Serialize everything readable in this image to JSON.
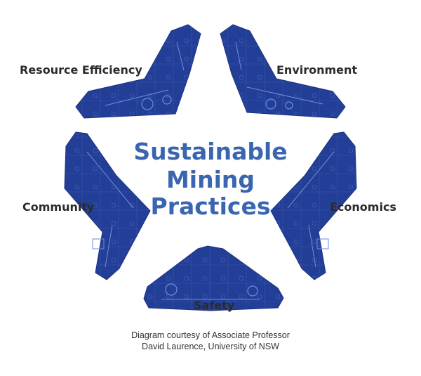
{
  "title": {
    "line1": "Sustainable",
    "line2": "Mining",
    "line3": "Practices"
  },
  "pillars": {
    "resource_efficiency": "Resource Efficiency",
    "environment": "Environment",
    "community": "Community",
    "economics": "Economics",
    "safety": "Safety"
  },
  "credit": {
    "line1": "Diagram courtesy of Associate Professor",
    "line2": "David Laurence, University of NSW"
  },
  "colors": {
    "arm_fill": "#233e96",
    "arm_detail": "#4a6fc9",
    "title": "#3a65b1",
    "label": "#2b2b2b"
  }
}
